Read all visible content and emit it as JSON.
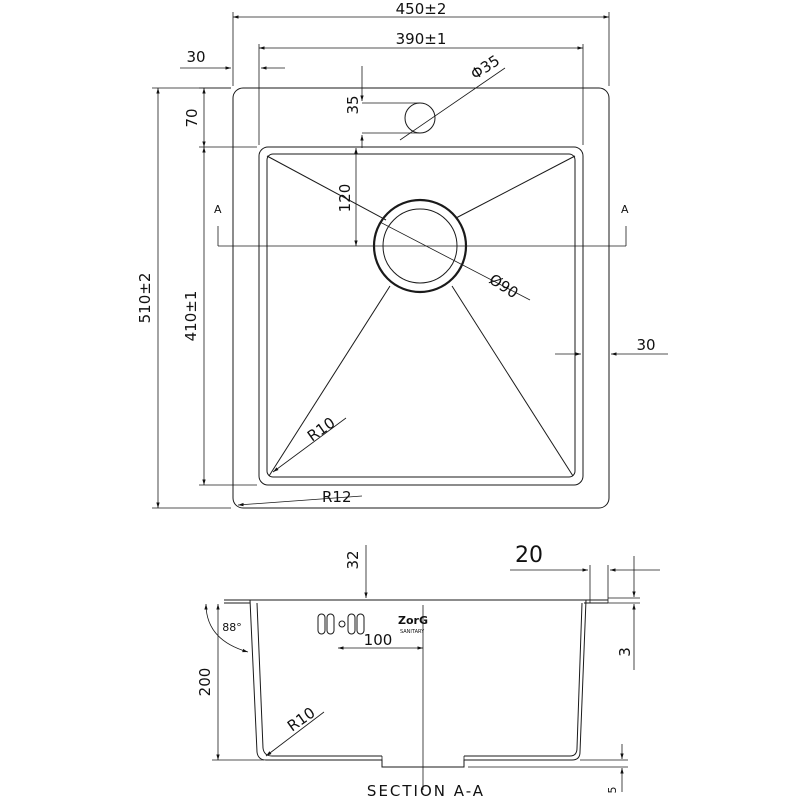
{
  "drawing": {
    "top_view": {
      "dim_overall_width": "450±2",
      "dim_inner_width": "390±1",
      "dim_rim_offset": "30",
      "dim_tap_hole_diameter": "Φ35",
      "dim_tap_hole_offset": "35",
      "dim_tap_hole_from_edge": "70",
      "dim_drain_offset": "120",
      "dim_drain_diameter": "Ø90",
      "dim_overall_depth": "510±2",
      "dim_inner_depth": "410±1",
      "dim_side_rim": "30",
      "dim_inner_radius": "R10",
      "dim_outer_radius": "R12",
      "section_marker_left": "A",
      "section_marker_right": "A"
    },
    "section_view": {
      "dim_drain_depth": "32",
      "dim_rim_thickness_label": "20",
      "dim_rim_height": "3",
      "dim_wall_angle": "88°",
      "dim_bowl_depth": "200",
      "dim_overflow_spacing": "100",
      "dim_bottom_radius": "R10",
      "dim_bottom_offset": "5",
      "brand_logo": "ZorG",
      "brand_sub": "SANITARY",
      "section_title": "SECTION A-A"
    }
  }
}
